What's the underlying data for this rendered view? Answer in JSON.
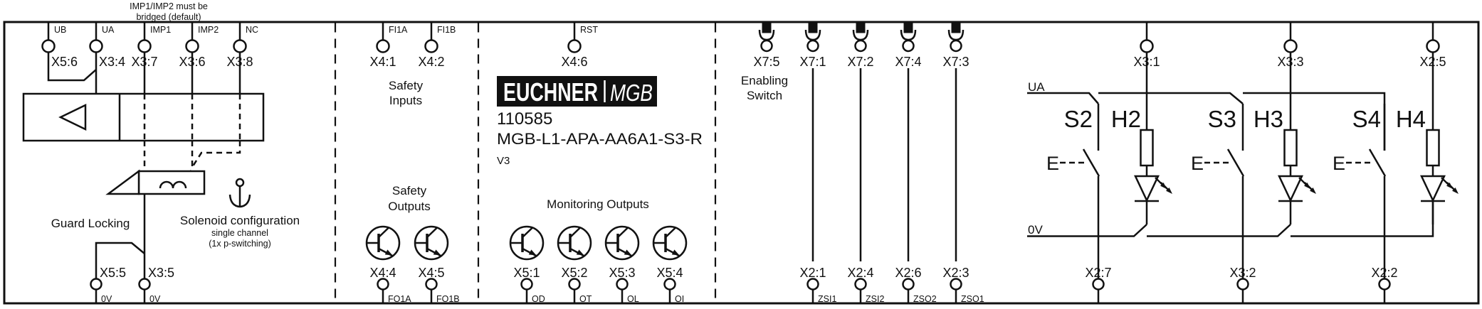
{
  "note": {
    "line1": "IMP1/IMP2 must be",
    "line2": "bridged (default)"
  },
  "device": {
    "brand": "EUCHNER",
    "series": "MGB",
    "order_no": "110585",
    "model": "MGB-L1-APA-AA6A1-S3-R",
    "version": "V3"
  },
  "sections": {
    "guard_locking": "Guard Locking",
    "solenoid_title": "Solenoid configuration",
    "solenoid_sub1": "single channel",
    "solenoid_sub2": "(1x p-switching)",
    "safety_inputs_1": "Safety",
    "safety_inputs_2": "Inputs",
    "safety_outputs_1": "Safety",
    "safety_outputs_2": "Outputs",
    "monitoring": "Monitoring Outputs",
    "enabling_1": "Enabling",
    "enabling_2": "Switch"
  },
  "rails": {
    "ua": "UA",
    "zero_v": "0V"
  },
  "terminals": {
    "top": [
      {
        "signal": "UB",
        "id": "X5:6"
      },
      {
        "signal": "UA",
        "id": "X3:4"
      },
      {
        "signal": "IMP1",
        "id": "X3:7"
      },
      {
        "signal": "IMP2",
        "id": "X3:6"
      },
      {
        "signal": "NC",
        "id": "X3:8"
      },
      {
        "signal": "FI1A",
        "id": "X4:1"
      },
      {
        "signal": "FI1B",
        "id": "X4:2"
      },
      {
        "signal": "RST",
        "id": "X4:6"
      },
      {
        "id": "X7:5"
      },
      {
        "id": "X7:1"
      },
      {
        "id": "X7:2"
      },
      {
        "id": "X7:4"
      },
      {
        "id": "X7:3"
      },
      {
        "id": "X3:1"
      },
      {
        "id": "X3:3"
      },
      {
        "id": "X2:5"
      }
    ],
    "bottom": [
      {
        "id": "X5:5",
        "signal": "0V"
      },
      {
        "id": "X3:5",
        "signal": "0V"
      },
      {
        "id": "X4:4",
        "signal": "FO1A"
      },
      {
        "id": "X4:5",
        "signal": "FO1B"
      },
      {
        "id": "X5:1",
        "signal": "OD"
      },
      {
        "id": "X5:2",
        "signal": "OT"
      },
      {
        "id": "X5:3",
        "signal": "OL"
      },
      {
        "id": "X5:4",
        "signal": "OI"
      },
      {
        "id": "X2:1",
        "signal": "ZSI1"
      },
      {
        "id": "X2:4",
        "signal": "ZSI2"
      },
      {
        "id": "X2:6",
        "signal": "ZSO2"
      },
      {
        "id": "X2:3",
        "signal": "ZSO1"
      },
      {
        "id": "X2:7"
      },
      {
        "id": "X3:2"
      },
      {
        "id": "X2:2"
      }
    ]
  },
  "components": {
    "s2": "S2",
    "h2": "H2",
    "s3": "S3",
    "h3": "H3",
    "s4": "S4",
    "h4": "H4",
    "e": "E"
  },
  "colors": {
    "line": "#111111",
    "background": "#ffffff",
    "logo_bg": "#111111",
    "logo_text": "#ffffff"
  }
}
